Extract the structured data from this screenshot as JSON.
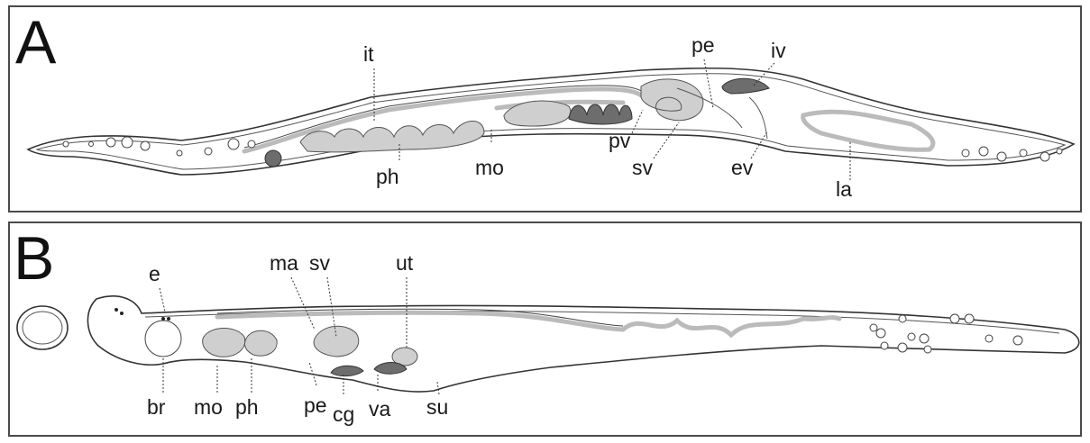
{
  "figure": {
    "panel_a": {
      "letter": "A",
      "labels": {
        "it": "it",
        "pe": "pe",
        "iv": "iv",
        "pv": "pv",
        "sv": "sv",
        "ev": "ev",
        "mo": "mo",
        "ph": "ph",
        "la": "la"
      }
    },
    "panel_b": {
      "letter": "B",
      "labels": {
        "e": "e",
        "ma": "ma",
        "sv": "sv",
        "ut": "ut",
        "br": "br",
        "mo": "mo",
        "ph": "ph",
        "pe": "pe",
        "cg": "cg",
        "va": "va",
        "su": "su"
      }
    }
  },
  "colors": {
    "border": "#4a4a4a",
    "ink": "#1a1a1a",
    "organ_light": "#cfcfcf",
    "organ_dark": "#6d6d6d"
  }
}
